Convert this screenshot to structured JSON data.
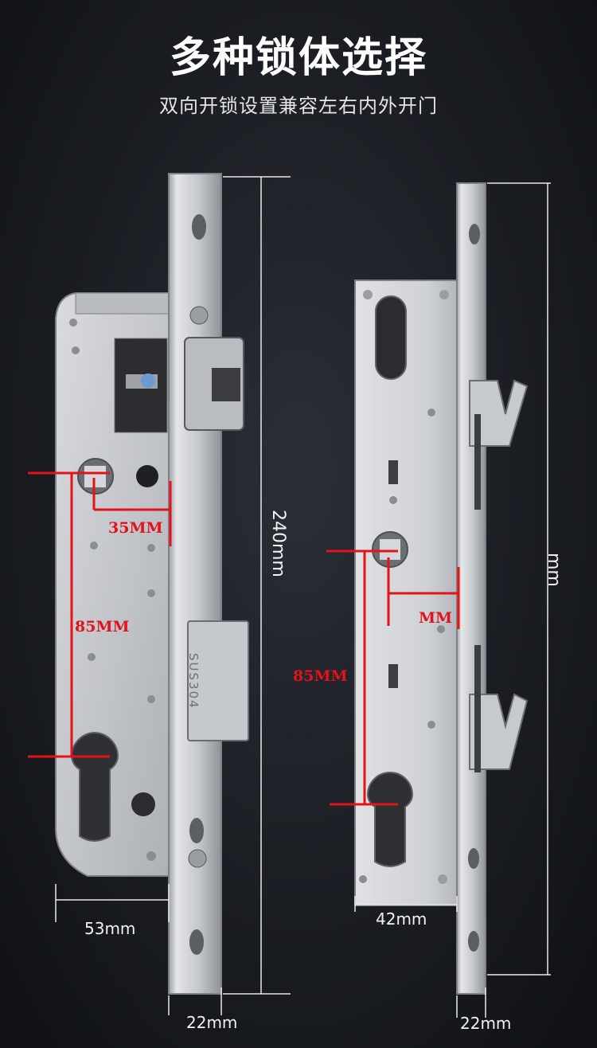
{
  "header": {
    "title": "多种锁体选择",
    "subtitle": "双向开锁设置兼容左右内外开门"
  },
  "left_lock": {
    "height_label": "240mm",
    "width_label": "53mm",
    "faceplate_label": "22mm",
    "backset_label": "35MM",
    "center_label": "85MM",
    "material_stamp": "SUS304"
  },
  "right_lock": {
    "height_label": "mm",
    "width_label": "42mm",
    "faceplate_label": "22mm",
    "backset_label": "MM",
    "center_label": "85MM"
  },
  "colors": {
    "background": "#1a1d22",
    "steel": "#c9ccd0",
    "dimension_red": "#e3121b",
    "text_white": "#ffffff"
  }
}
